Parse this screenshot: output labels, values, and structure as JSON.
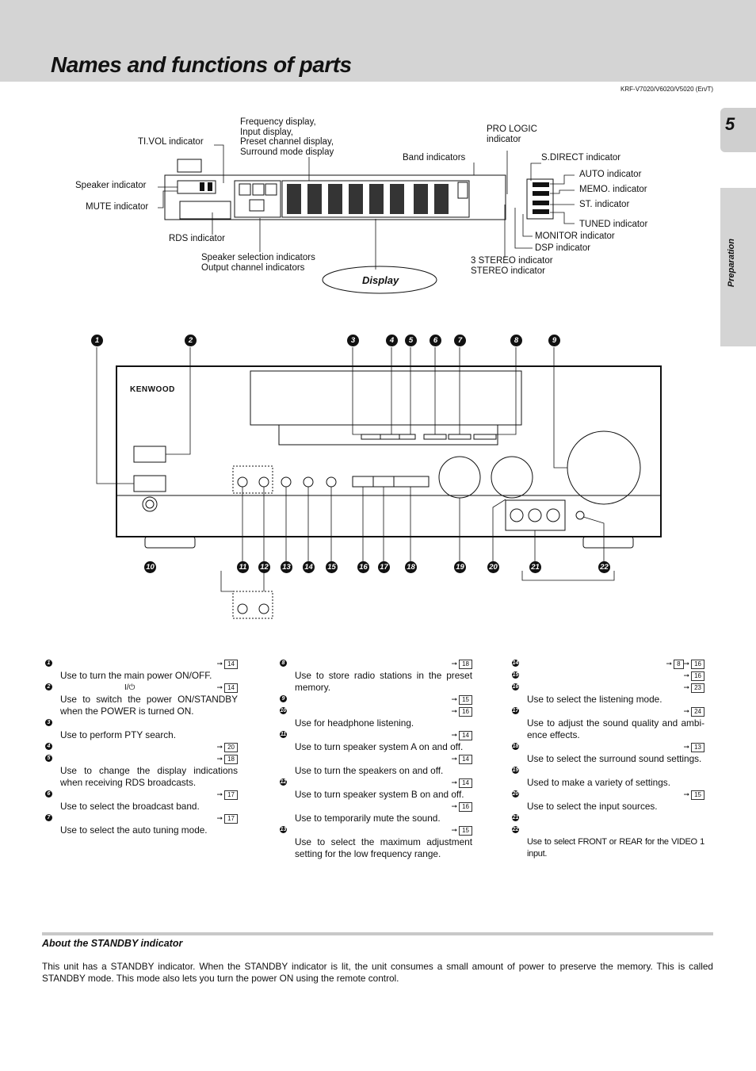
{
  "page": {
    "title": "Names and functions of parts",
    "model": "KRF-V7020/V6020/V5020 (En/T)",
    "tab_page": "5",
    "tab_section": "Preparation"
  },
  "display_labels": {
    "tivol": "TI.VOL  indicator",
    "speaker": "Speaker  indicator",
    "mute": "MUTE  indicator",
    "freq1": "Frequency  display,",
    "freq2": "Input  display,",
    "freq3": "Preset  channel  display,",
    "freq4": "Surround  mode  display",
    "band": "Band  indicators",
    "prologic1": "PRO  LOGIC",
    "prologic2": "indicator",
    "sdirect": "S.DIRECT  indicator",
    "auto": "AUTO  indicator",
    "memo": "MEMO.  indicator",
    "st": "ST.  indicator",
    "tuned": "TUNED  indicator",
    "monitor": "MONITOR  indicator",
    "dsp": "DSP  indicator",
    "stereo3": "3 STEREO indicator",
    "stereo": "STEREO  indicator",
    "rds": "RDS  indicator",
    "spksel1": "Speaker  selection  indicators",
    "spksel2": "Output  channel  indicators",
    "display": "Display"
  },
  "front_panel": {
    "brand": "KENWOOD",
    "callouts_top": [
      "1",
      "2",
      "3",
      "4",
      "5",
      "6",
      "7",
      "8",
      "9"
    ],
    "callouts_bottom": [
      "10",
      "11",
      "12",
      "13",
      "14",
      "15",
      "16",
      "17",
      "18",
      "19",
      "20",
      "21",
      "22"
    ]
  },
  "col1": [
    {
      "n": "1",
      "refs": [
        "14"
      ],
      "desc": "Use to turn the main power ON/OFF."
    },
    {
      "n": "2",
      "refs": [
        "14"
      ],
      "desc": "Use  to  switch  the  power  ON/STANDBY when the POWER is turned ON.",
      "pre": "I/⏻"
    },
    {
      "n": "3",
      "refs": [],
      "desc": "Use  to  perform  PTY  search."
    },
    {
      "n": "4",
      "refs": [
        "20"
      ],
      "desc": ""
    },
    {
      "n": "5",
      "refs": [
        "18"
      ],
      "desc": "Use to change the display indications when receiving  RDS  broadcasts."
    },
    {
      "n": "6",
      "refs": [
        "17"
      ],
      "desc": "Use  to  select  the  broadcast  band."
    },
    {
      "n": "7",
      "refs": [
        "17"
      ],
      "desc": "Use  to  select  the  auto  tuning  mode."
    }
  ],
  "col2": [
    {
      "n": "8",
      "refs": [
        "18"
      ],
      "desc": "Use  to  store  radio  stations  in  the  preset memory."
    },
    {
      "n": "9",
      "refs": [
        "15"
      ],
      "desc": ""
    },
    {
      "n": "10",
      "refs": [
        "16"
      ],
      "desc": "Use  for  headphone  listening."
    },
    {
      "n": "11",
      "refs": [
        "14"
      ],
      "desc": "Use  to  turn  speaker  system  A  on  and  off."
    },
    {
      "n": "",
      "refs": [
        "14"
      ],
      "desc": "Use  to  turn  the  speakers  on  and  off."
    },
    {
      "n": "12",
      "refs": [
        "14"
      ],
      "desc": "Use  to  turn  speaker  system  B  on  and  off."
    },
    {
      "n": "",
      "refs": [
        "16"
      ],
      "desc": "Use  to  temporarily  mute  the  sound."
    },
    {
      "n": "13",
      "refs": [
        "15"
      ],
      "desc": "Use  to  select  the  maximum  adjustment setting  for  the  low  frequency  range."
    }
  ],
  "col3": [
    {
      "n": "14",
      "refs": [
        "8",
        "16"
      ],
      "desc": ""
    },
    {
      "n": "15",
      "refs": [
        "16"
      ],
      "desc": ""
    },
    {
      "n": "16",
      "refs": [
        "23"
      ],
      "desc": "Use  to  select  the  listening  mode."
    },
    {
      "n": "17",
      "refs": [
        "24"
      ],
      "desc": "Use to adjust the sound quality and ambi- ence  effects."
    },
    {
      "n": "18",
      "refs": [
        "13"
      ],
      "desc": "Use  to  select  the  surround  sound  settings."
    },
    {
      "n": "19",
      "refs": [],
      "desc": "Used  to  make  a  variety  of  settings."
    },
    {
      "n": "20",
      "refs": [
        "15"
      ],
      "desc": "Use  to  select  the  input  sources."
    },
    {
      "n": "21",
      "refs": [],
      "desc": ""
    },
    {
      "n": "22",
      "refs": [],
      "desc": "Use to select FRONT or REAR for the VIDEO 1 input.",
      "small": true
    }
  ],
  "about": {
    "heading": "About the STANDBY indicator",
    "text": "This unit has a STANDBY indicator. When the STANDBY indicator is lit, the unit consumes a small amount of power to preserve the memory. This is called STANDBY mode. This mode also lets you turn the power ON using the remote control."
  }
}
